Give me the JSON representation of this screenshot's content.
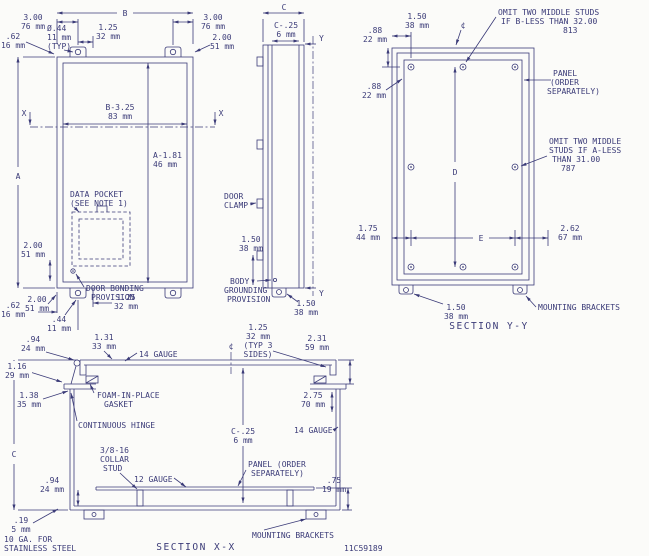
{
  "front": {
    "dim_b": "B",
    "dim_a": "A",
    "d300l": [
      "3.00",
      "76 mm"
    ],
    "d62tl": [
      ".62",
      "16 mm"
    ],
    "hole": [
      "Ø.44",
      "11 mm",
      "(TYP)"
    ],
    "d125t": [
      "1.25",
      "32 mm"
    ],
    "d300r": [
      "3.00",
      "76 mm"
    ],
    "d200tr": [
      "2.00",
      "51 mm"
    ],
    "x_left": "X",
    "x_right": "X",
    "b325": [
      "B-3.25",
      "83 mm"
    ],
    "a181": [
      "A-1.81",
      "46 mm"
    ],
    "data_pocket": [
      "DATA POCKET",
      "(SEE NOTE 1)"
    ],
    "d200l": [
      "2.00",
      "51 mm"
    ],
    "bonding": [
      "DOOR BONDING",
      "PROVISION"
    ],
    "d62bl": [
      ".62",
      "16 mm"
    ],
    "d200bl": [
      "2.00",
      "51 mm"
    ],
    "d44b": [
      ".44",
      "11 mm"
    ],
    "d125b": [
      "1.25",
      "32 mm"
    ]
  },
  "side": {
    "dim_c": "C",
    "c25": [
      "C-.25",
      "6 mm"
    ],
    "y_top": "Y",
    "y_bottom": "Y",
    "clamp": [
      "DOOR",
      "CLAMP"
    ],
    "d150_clamp": [
      "1.50",
      "38 mm"
    ],
    "grounding": [
      "BODY",
      "GROUNDING",
      "PROVISION"
    ],
    "d150_bottom": [
      "1.50",
      "38 mm"
    ]
  },
  "section_yy": {
    "title": "SECTION Y-Y",
    "d150_top": [
      "1.50",
      "38 mm"
    ],
    "centerline": "¢",
    "omit_b": [
      "OMIT TWO MIDDLE STUDS",
      "IF B-LESS THAN 32.00",
      "813"
    ],
    "d88_top": [
      ".88",
      "22 mm"
    ],
    "panel": [
      "PANEL",
      "(ORDER",
      "SEPARATELY)"
    ],
    "d88_mid": [
      ".88",
      "22 mm"
    ],
    "omit_a": [
      "OMIT TWO MIDDLE",
      "STUDS IF A-LESS",
      "THAN 31.00",
      "787"
    ],
    "dim_d": "D",
    "d175": [
      "1.75",
      "44 mm"
    ],
    "dim_e": "E",
    "d262": [
      "2.62",
      "67 mm"
    ],
    "d150_bottom": [
      "1.50",
      "38 mm"
    ],
    "mounting_brackets": "MOUNTING BRACKETS"
  },
  "section_xx": {
    "title": "SECTION X-X",
    "d94_top": [
      ".94",
      "24 mm"
    ],
    "d131": [
      "1.31",
      "33 mm"
    ],
    "gauge14_top": "14 GAUGE",
    "centerline": "¢",
    "d125_typ": [
      "1.25",
      "32 mm",
      "(TYP 3",
      "SIDES)"
    ],
    "d231": [
      "2.31",
      "59 mm"
    ],
    "d116": [
      "1.16",
      "29 mm"
    ],
    "d138": [
      "1.38",
      "35 mm"
    ],
    "gasket": [
      "FOAM-IN-PLACE",
      "GASKET"
    ],
    "d275": [
      "2.75",
      "70 mm"
    ],
    "hinge": "CONTINUOUS HINGE",
    "c25": [
      "C-.25",
      "6 mm"
    ],
    "gauge14_right": "14 GAUGE",
    "dim_c": "C",
    "collar_stud": [
      "3/8-16",
      "COLLAR",
      "STUD"
    ],
    "d94_bottom": [
      ".94",
      "24 mm"
    ],
    "gauge12": "12 GAUGE",
    "panel": [
      "PANEL (ORDER",
      "SEPARATELY)"
    ],
    "d75": [
      ".75",
      "19 mm"
    ],
    "d19": [
      ".19",
      "5 mm"
    ],
    "gauge10": [
      "10 GA. FOR",
      "STAINLESS STEEL"
    ],
    "mounting_brackets": "MOUNTING BRACKETS",
    "part_no": "11C59189"
  }
}
